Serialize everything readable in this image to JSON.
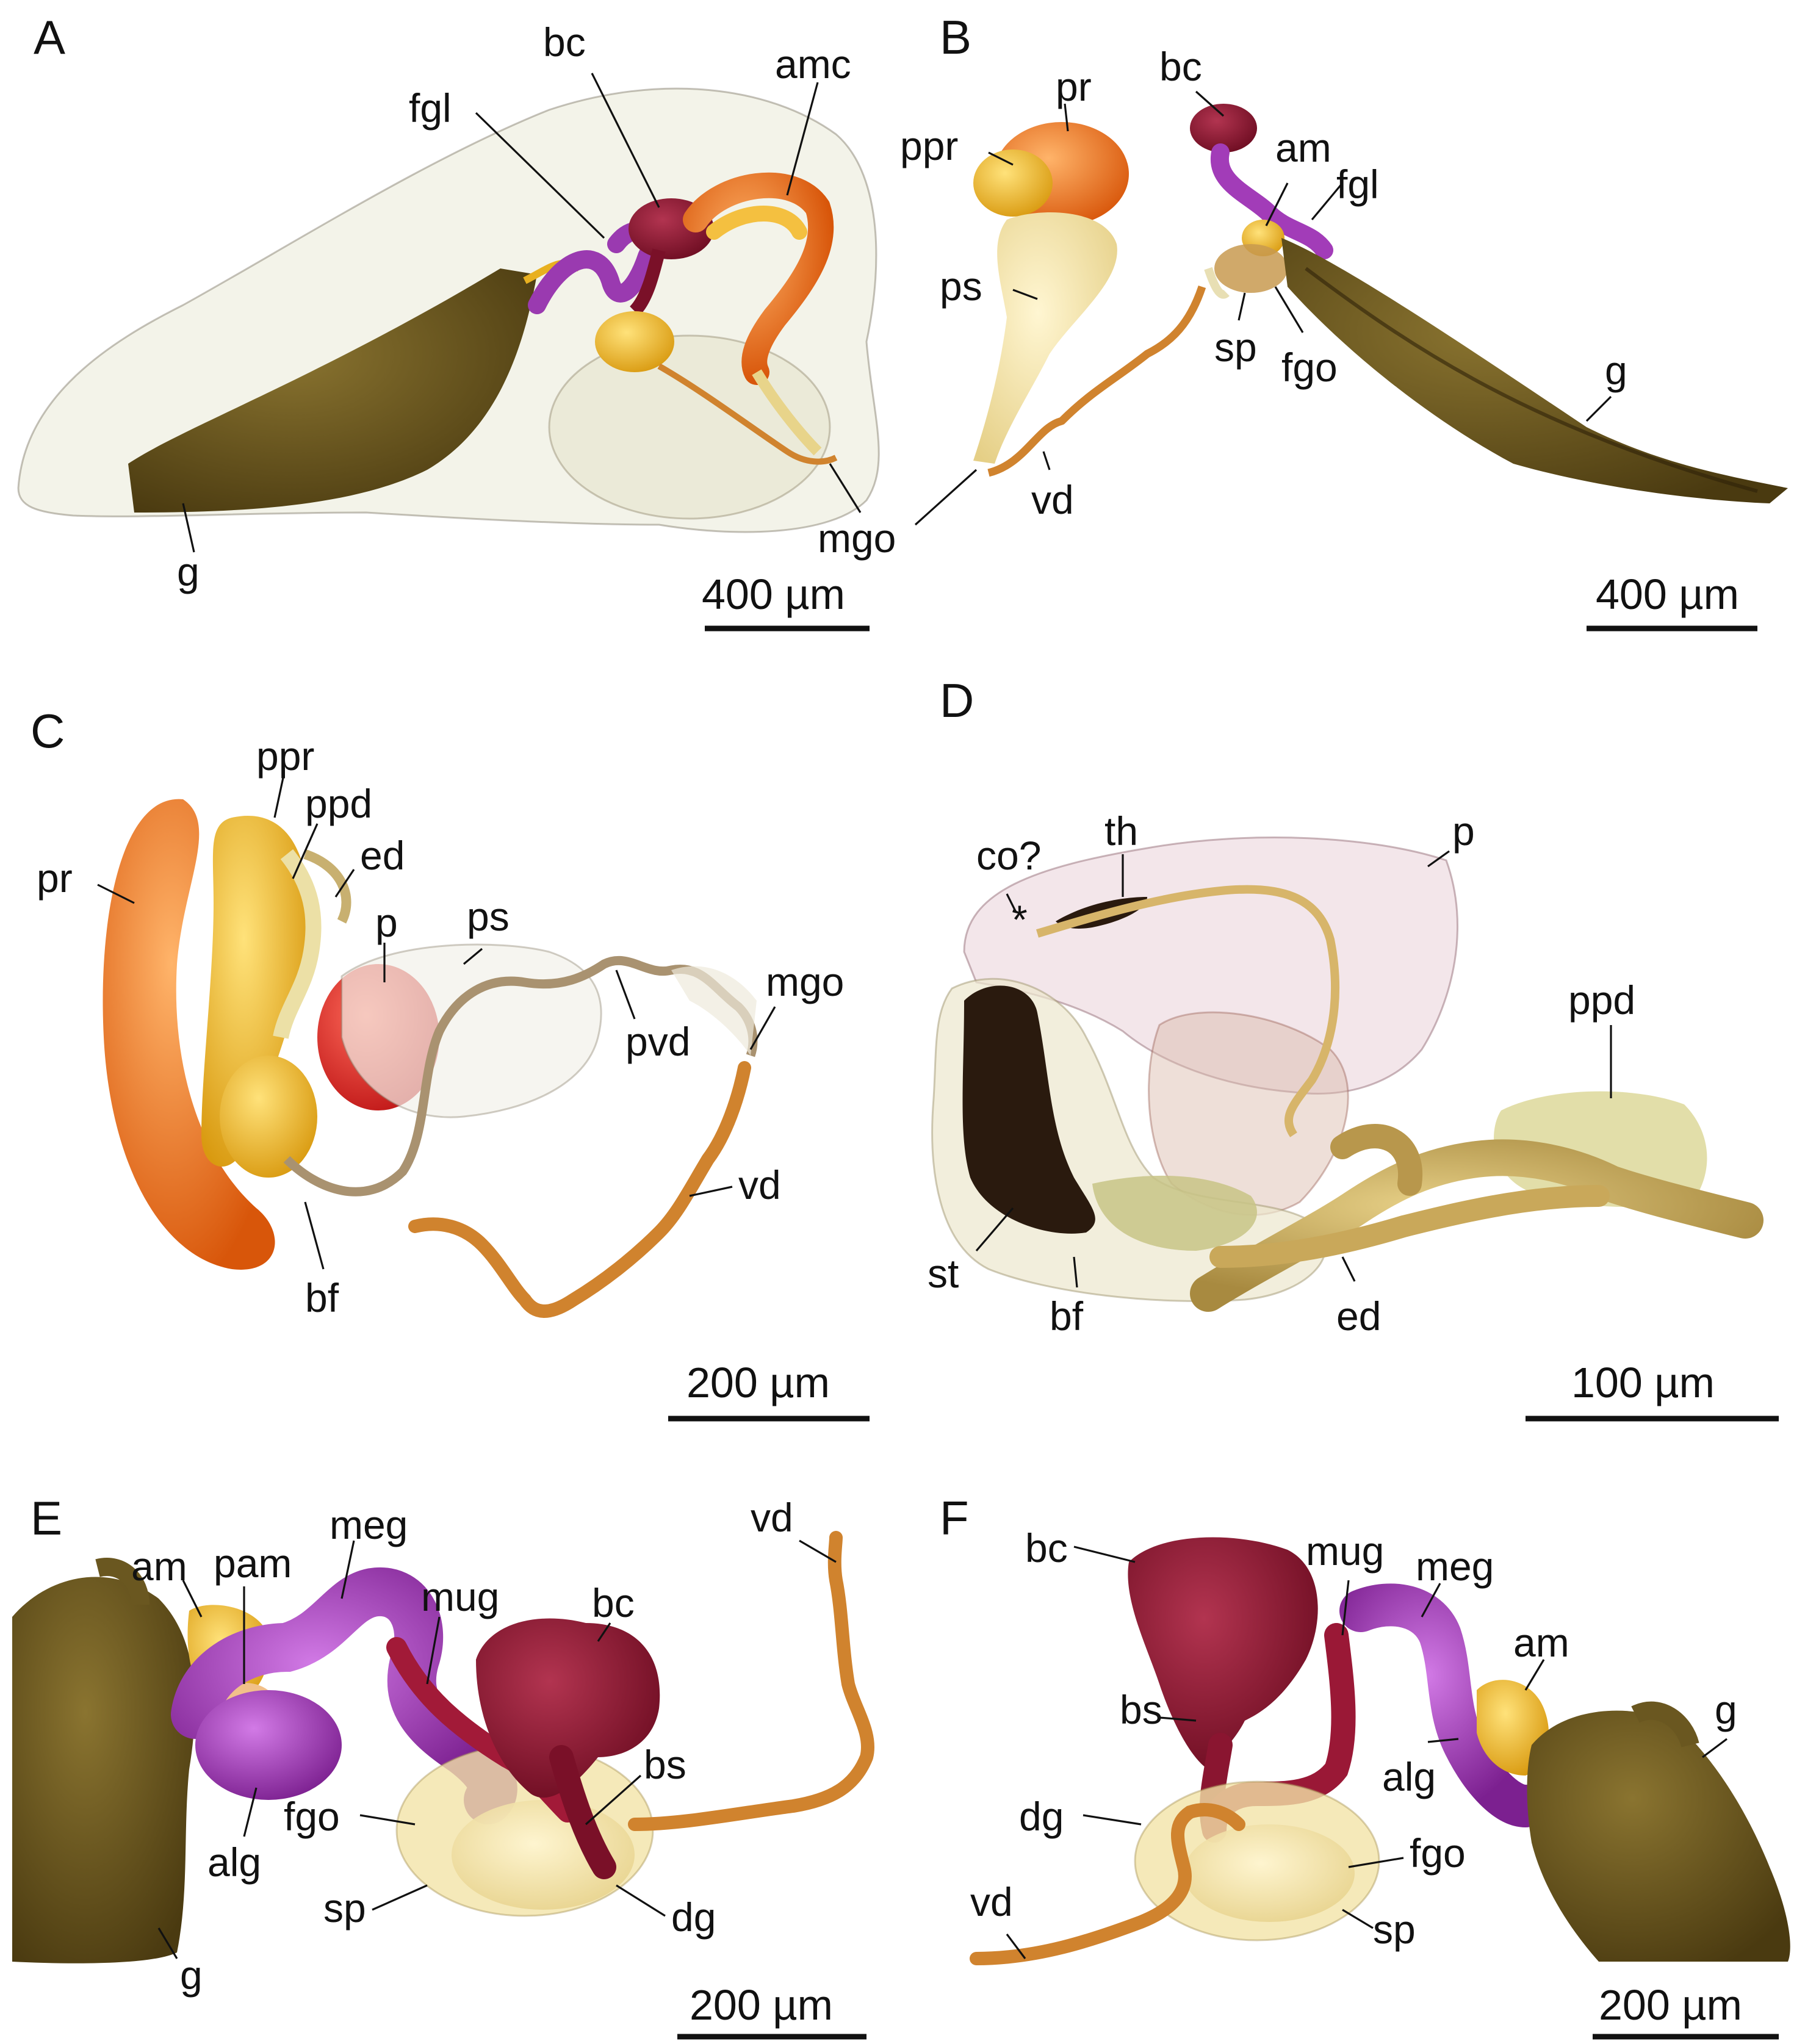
{
  "panels": {
    "A": {
      "letter": "A",
      "labels": {
        "g": "g",
        "fgl": "fgl",
        "bc": "bc",
        "amc": "amc",
        "mgo": "mgo"
      },
      "scale": "400 µm"
    },
    "B": {
      "letter": "B",
      "labels": {
        "ppr": "ppr",
        "pr": "pr",
        "ps": "ps",
        "vd": "vd",
        "bc": "bc",
        "am": "am",
        "fgl": "fgl",
        "sp": "sp",
        "fgo": "fgo",
        "g": "g"
      },
      "scale": "400 µm"
    },
    "C": {
      "letter": "C",
      "labels": {
        "ppr": "ppr",
        "ppd": "ppd",
        "ed": "ed",
        "pr": "pr",
        "p": "p",
        "ps": "ps",
        "pvd": "pvd",
        "mgo": "mgo",
        "vd": "vd",
        "bf": "bf"
      },
      "scale": "200 µm"
    },
    "D": {
      "letter": "D",
      "labels": {
        "co": "co?",
        "star": "*",
        "th": "th",
        "p": "p",
        "ppd": "ppd",
        "st": "st",
        "bf": "bf",
        "ed": "ed"
      },
      "scale": "100 µm"
    },
    "E": {
      "letter": "E",
      "labels": {
        "am": "am",
        "pam": "pam",
        "meg": "meg",
        "mug": "mug",
        "bc": "bc",
        "vd": "vd",
        "bs": "bs",
        "alg": "alg",
        "fgo": "fgo",
        "sp": "sp",
        "dg": "dg",
        "g": "g"
      },
      "scale": "200 µm"
    },
    "F": {
      "letter": "F",
      "labels": {
        "bc": "bc",
        "mug": "mug",
        "meg": "meg",
        "am": "am",
        "g": "g",
        "bs": "bs",
        "alg": "alg",
        "dg": "dg",
        "fgo": "fgo",
        "vd": "vd",
        "sp": "sp"
      },
      "scale": "200 µm"
    }
  },
  "colors": {
    "body_translucent": "#efefe2",
    "gonad_dark": "#5c4a18",
    "gonad_black": "#3a2c10",
    "bursa_crimson": "#8a1530",
    "prostate_orange": "#e0660f",
    "penis_red": "#d92a2a",
    "gland_purple": "#a23cb8",
    "albumen_gold": "#f0b11a",
    "vas_deferens": "#d0832e",
    "spermoviduct_cream": "#f3e4a8",
    "duct_tan": "#a99270",
    "penis_pink": "#f1e2e6",
    "stylet_black": "#2a1a0e"
  }
}
